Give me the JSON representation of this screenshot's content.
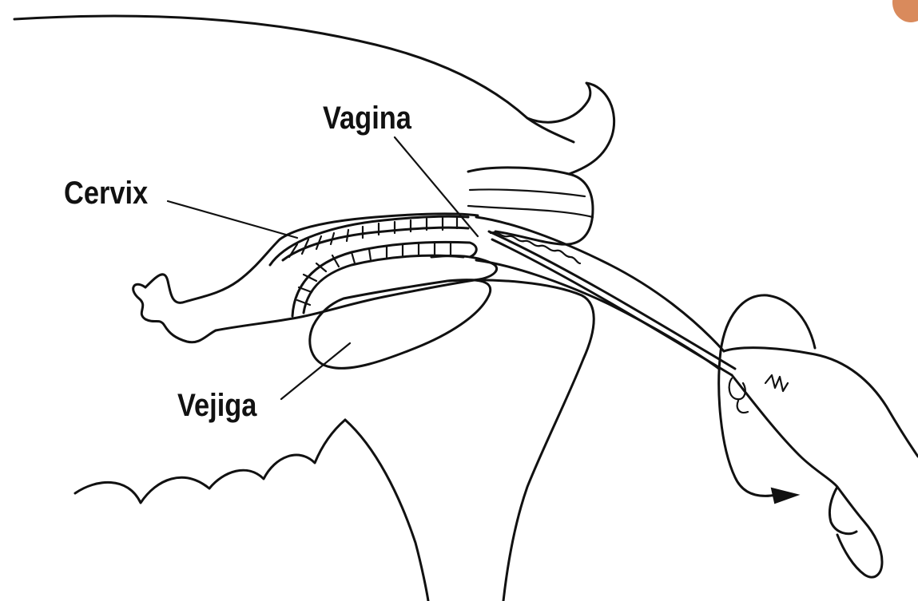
{
  "diagram": {
    "labels": {
      "vagina": "Vagina",
      "cervix": "Cervix",
      "vejiga": "Vejiga"
    },
    "colors": {
      "ink": "#111111",
      "background": "#ffffff",
      "corner_blob": "#d98a5c"
    }
  }
}
